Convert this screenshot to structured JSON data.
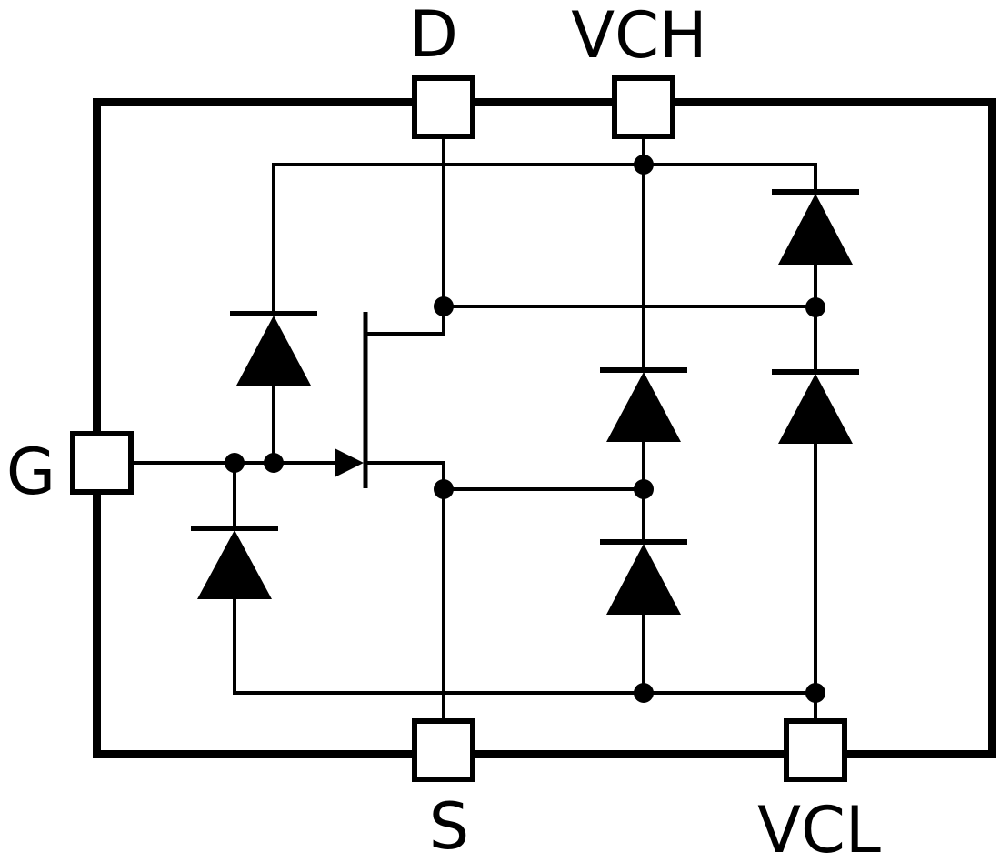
{
  "diagram": {
    "type": "circuit-schematic",
    "description": "Internal equivalent circuit: a JFET-style transistor (D, G, S) surrounded by six ESD clamp diodes referenced to VCH (high clamp rail) and VCL (low clamp rail), all inside a component boundary box",
    "colors": {
      "line": "#000000",
      "background": "#ffffff",
      "pad_fill": "#ffffff"
    },
    "pins": [
      {
        "id": "D",
        "label": "D",
        "side": "top"
      },
      {
        "id": "VCH",
        "label": "VCH",
        "side": "top"
      },
      {
        "id": "G",
        "label": "G",
        "side": "left"
      },
      {
        "id": "S",
        "label": "S",
        "side": "bottom"
      },
      {
        "id": "VCL",
        "label": "VCL",
        "side": "bottom"
      }
    ],
    "components": {
      "transistor": {
        "symbol": "n-channel JFET-style",
        "drain": "D",
        "gate": "G",
        "source": "S"
      },
      "diodes": [
        {
          "id": "gate-upper",
          "anode": "G",
          "cathode": "VCH"
        },
        {
          "id": "gate-lower",
          "anode": "VCL-rail",
          "cathode": "G"
        },
        {
          "id": "source-upper",
          "anode": "S-node",
          "cathode": "VCH"
        },
        {
          "id": "source-lower",
          "anode": "VCL-rail",
          "cathode": "S-node"
        },
        {
          "id": "drain-upper",
          "anode": "D-node",
          "cathode": "VCH"
        },
        {
          "id": "drain-lower",
          "anode": "VCL-rail",
          "cathode": "D-node"
        }
      ],
      "junction_dot_count": 9
    }
  }
}
